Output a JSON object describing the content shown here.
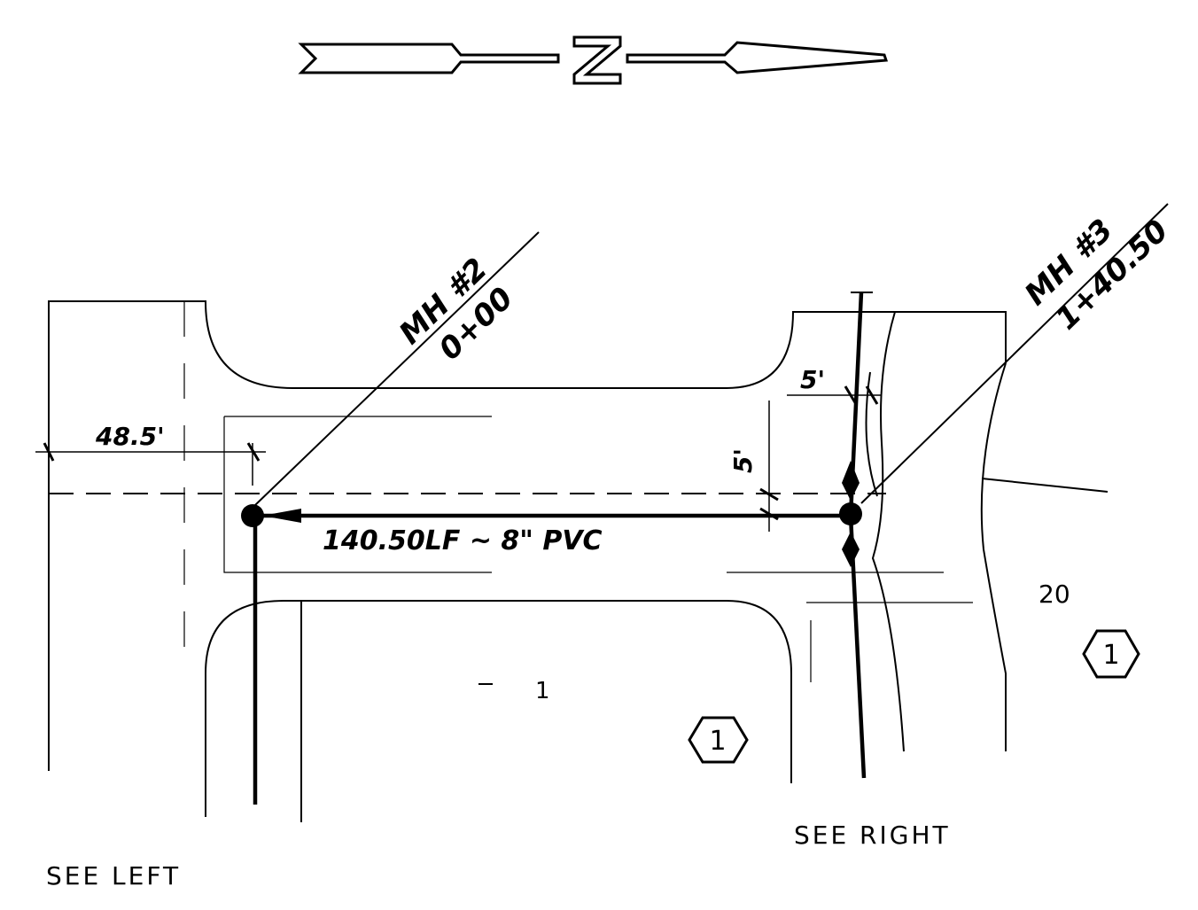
{
  "north_arrow": {
    "label": "N"
  },
  "manholes": [
    {
      "name": "MH #2",
      "station": "0+00"
    },
    {
      "name": "MH #3",
      "station": "1+40.50"
    }
  ],
  "pipe": {
    "label": "140.50LF ~ 8\" PVC"
  },
  "dimensions": {
    "offset_from_left": "48.5'",
    "vertical_offset": "5'",
    "horizontal_offset": "5'"
  },
  "labels": {
    "lot_number": "20",
    "see_left": "SEE LEFT",
    "see_right": "SEE RIGHT",
    "small_mark": "1"
  },
  "callouts": [
    {
      "text": "1"
    },
    {
      "text": "1"
    }
  ]
}
